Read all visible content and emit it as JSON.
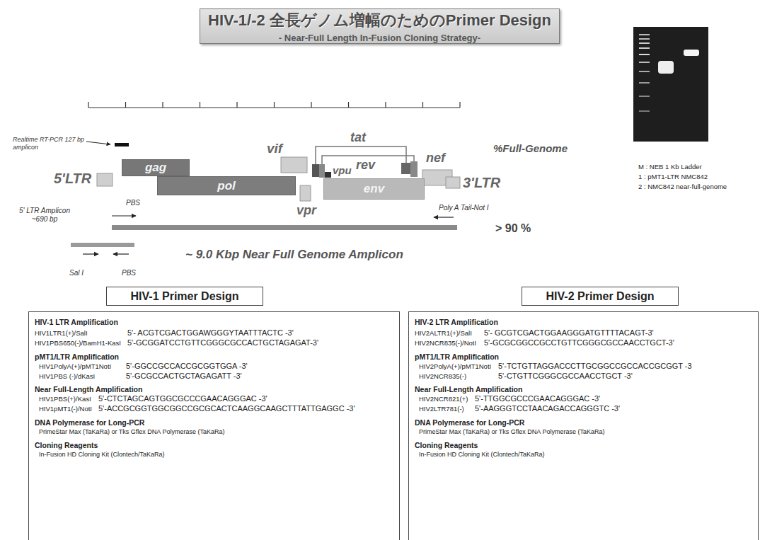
{
  "diagram": {
    "nodes": [
      {
        "text": [
          "HIV-1/-2 全長ゲノム増幅のためのPrimer Design",
          "- Near-Full Length In-Fusion Cloning Strategy-"
        ]
      },
      {
        "text": [
          "gag"
        ]
      },
      {
        "text": [
          "pol"
        ]
      },
      {
        "text": [
          "env"
        ]
      },
      {
        "text": [
          "HIV-1 Primer Design"
        ]
      },
      {
        "text": [
          "HIV-1 LTR Amplification",
          "HIV1LTR1(+)/SalI",
          "5'- ACGTCGACTGGAWGGGYTAATTTACTC -3'",
          "HIV1PBS650(-)/BamH1-KasI",
          "5'-GCGGATCCTGTTCGGGCGCCACTGCTAGAGAT-3'",
          "pMT1/LTR Amplification",
          "HIV1PolyA(+)/pMT1NotI",
          "5'-GGCCGCCACCGCGGTGGA -3'",
          "HIV1PBS (-)/dKasI",
          "5'-GCGCCACTGCTAGAGATT -3'",
          "Near Full-Length Amplification",
          "HIV1PBS(+)/KasI",
          "5'-CTCTAGCAGTGGCGCCCGAACAGGGAC -3'",
          "HIV1pMT1(-)/NotI",
          "5'-ACCGCGGTGGCGGCCGCGCACTCAAGGCAAGCTTTATTGAGGC -3'",
          "DNA Polymerase for Long-PCR",
          "PrimeStar Max (TaKaRa) or Tks Gflex DNA Polymerase (TaKaRa)",
          "Cloning Reagents",
          "In-Fusion HD Cloning Kit (Clontech/TaKaRa)"
        ]
      },
      {
        "text": [
          "HIV-2 Primer Design"
        ]
      },
      {
        "text": [
          "HIV-2 LTR Amplification",
          "HIV2ALTR1(+)/SalI",
          "5'- GCGTCGACTGGAAGGGATGTTTTACAGT-3'",
          "HIV2NCR835(-)/NotI",
          "5'-GCGCGGCCGCCTGTTCGGGCGCCAACCTGCT-3'",
          "pMT1/LTR Amplification",
          "HIV2PolyA(+)/pMT1NotI",
          "5'-TCTGTTAGGACCCTTGCGGCCGCCACCGCGGT -3",
          "HIV2NCR835(-)",
          "5'-CTGTTCGGGCGCCAACCTGCT -3'",
          "Near Full-Length Amplification",
          "HIV2NCR821(+)",
          "5'-TTGGCGCCCGAACAGGGAC -3'",
          "HIV2LTR781(-)",
          "5'-AAGGGTCCTAACAGACCAGGGTC -3'",
          "DNA Polymerase for Long-PCR",
          "PrimeStar Max (TaKaRa) or Tks Gflex DNA Polymerase (TaKaRa)",
          "Cloning Reagents",
          "In-Fusion HD Cloning Kit (Clontech/TaKaRa)"
        ]
      }
    ],
    "labels": [
      "Realtime RT-PCR 127 bp amplicon",
      "5'LTR",
      "vif",
      "tat",
      "rev",
      "vpu",
      "vpr",
      "nef",
      "3'LTR",
      "%Full-Genome",
      "PBS",
      "5' LTR Amplicon ~690 bp",
      "Poly A Tail-Not I",
      "> 90 %",
      "~ 9.0 Kbp Near Full Genome Amplicon",
      "Sal I",
      "PBS",
      "M : NEB 1 Kb Ladder",
      "1 : pMT1-LTR NMC842",
      "2 : NMC842 near-full-genome"
    ]
  }
}
